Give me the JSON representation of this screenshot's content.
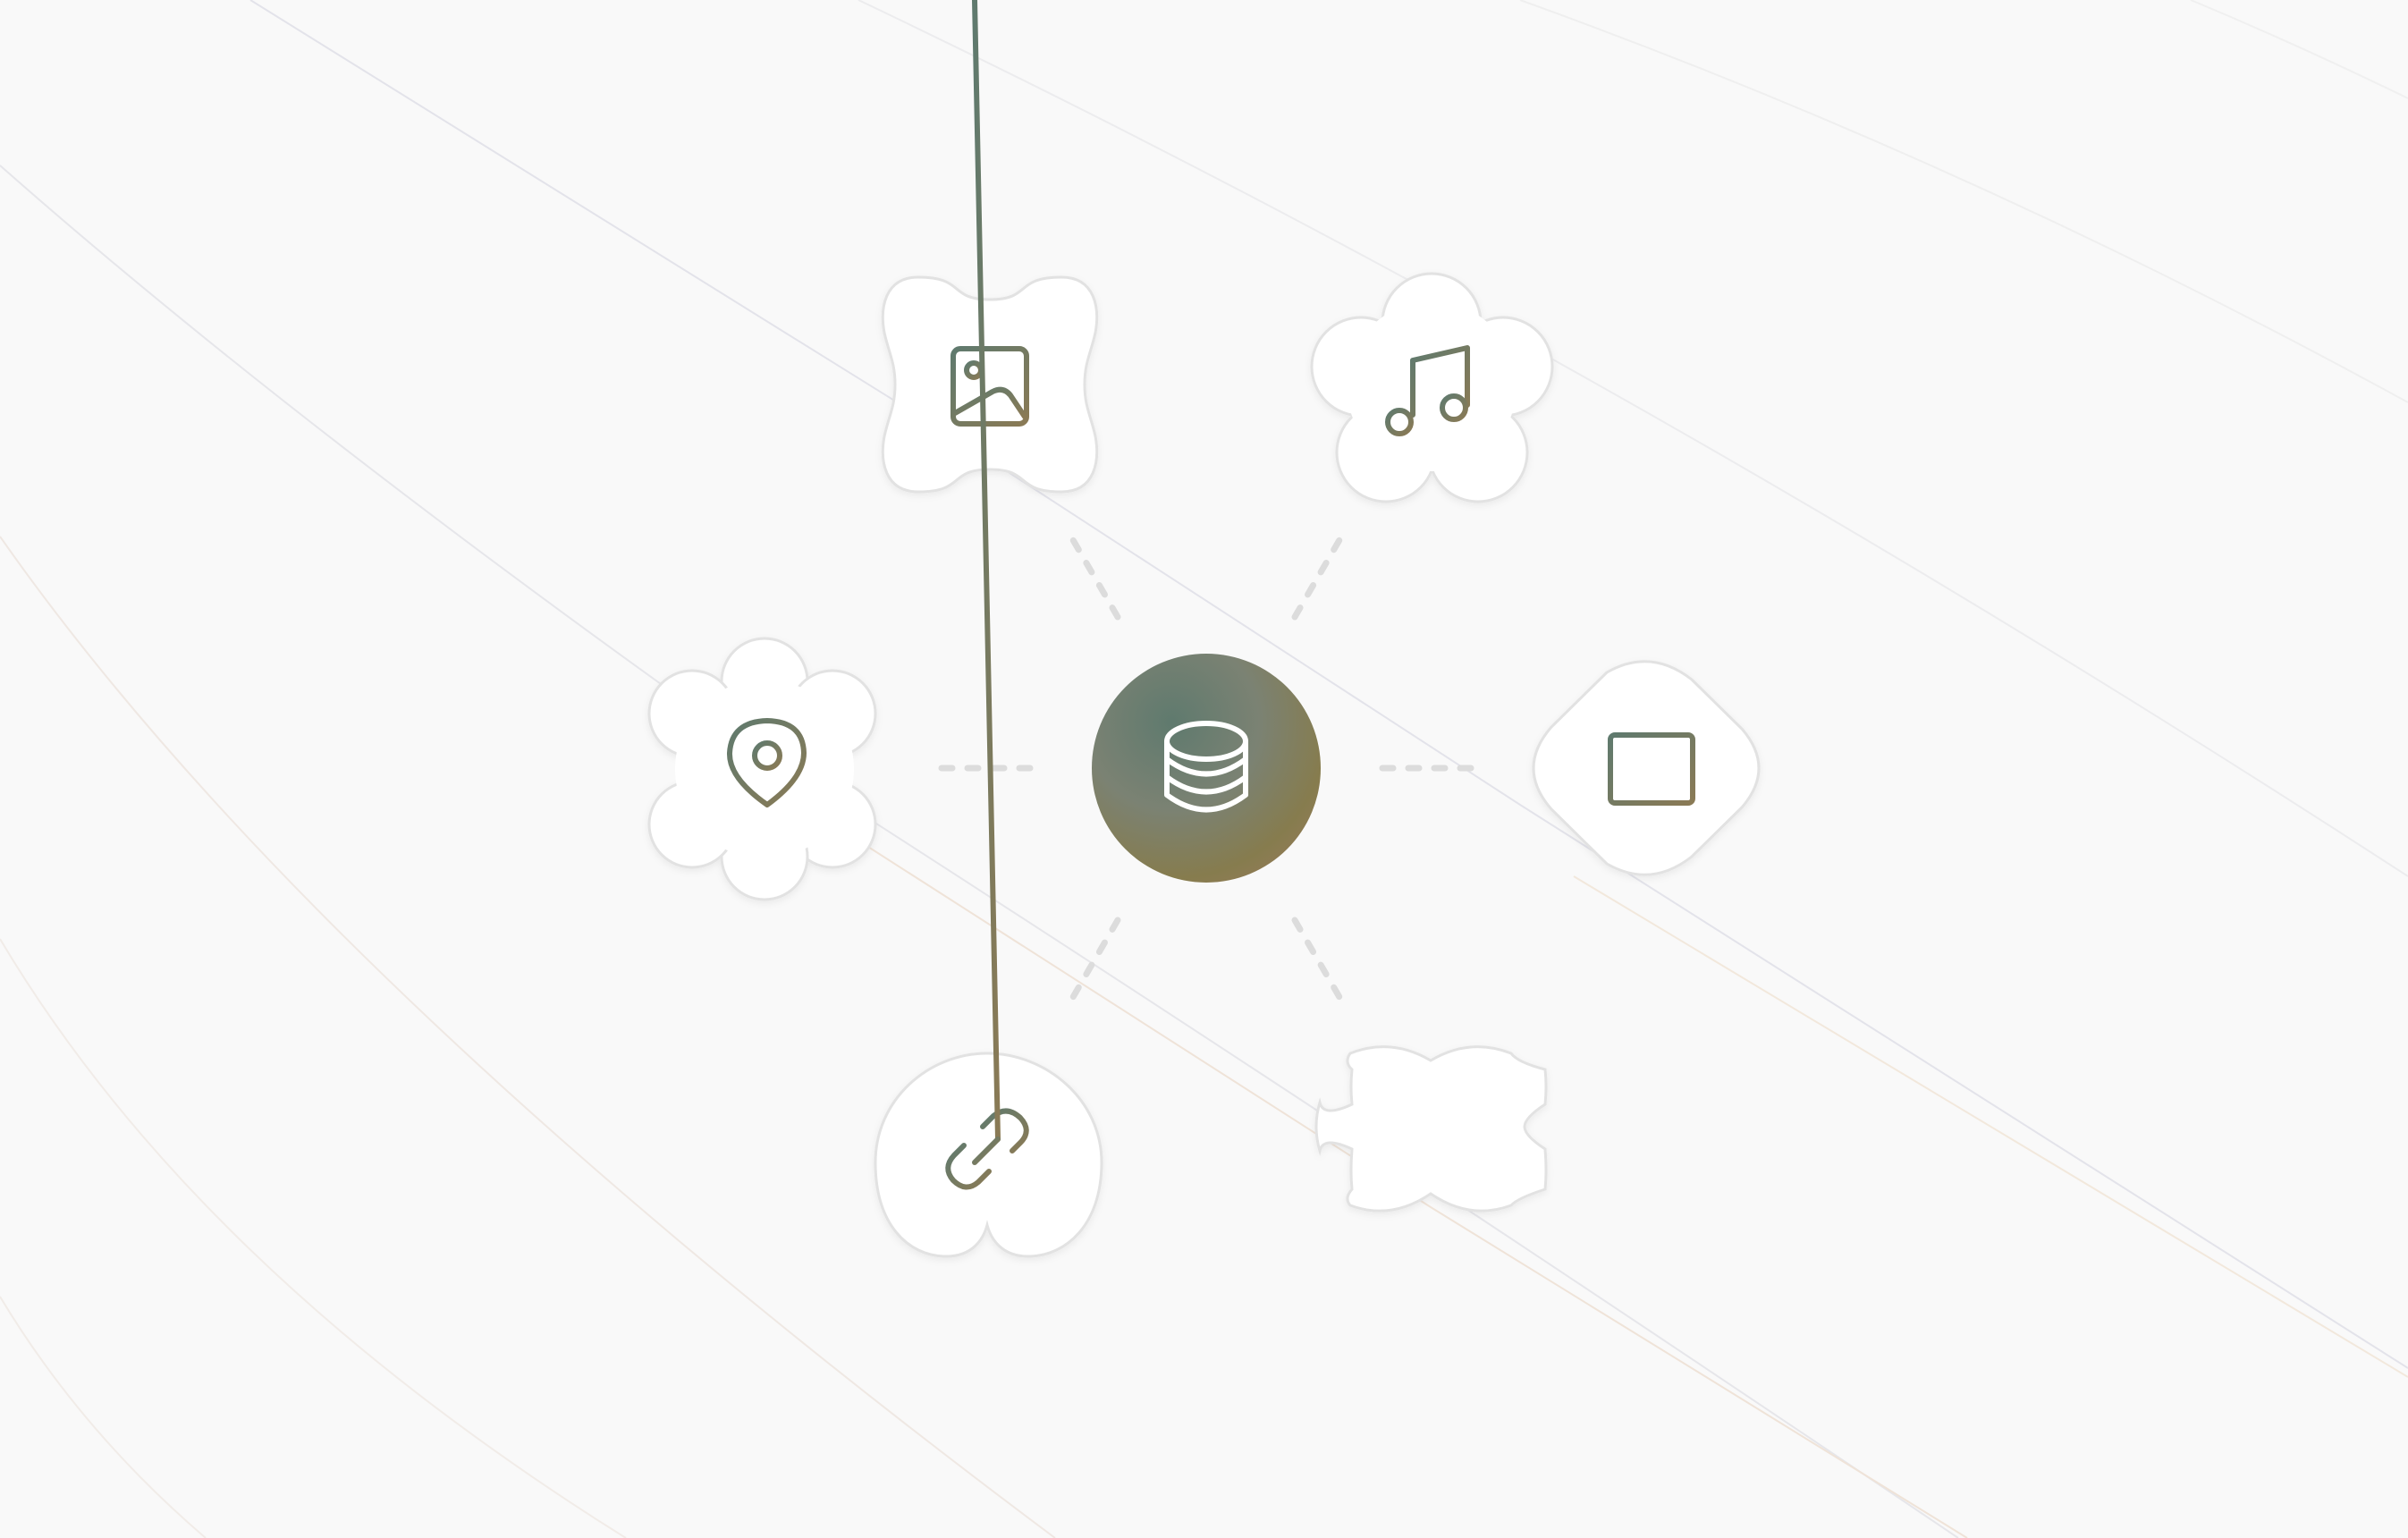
{
  "diagram": {
    "hub": {
      "name": "database-icon",
      "gradient": [
        "#5f7a6e",
        "#7d8a7c",
        "#8a7d4e",
        "#957a5a"
      ]
    },
    "nodes": [
      {
        "name": "image-icon",
        "shape": "wavy-square"
      },
      {
        "name": "music-note-icon",
        "shape": "scalloped-circle"
      },
      {
        "name": "map-pin-icon",
        "shape": "flower"
      },
      {
        "name": "film-icon",
        "shape": "rounded-diamond"
      },
      {
        "name": "link-icon",
        "shape": "heart-blob"
      },
      {
        "name": "text-lines-icon",
        "shape": "notched-cross"
      }
    ],
    "colors": {
      "background": "#f9f9f9",
      "node_fill": "#ffffff",
      "node_outline": "#e2e2e2",
      "connector": "#dcdcdc",
      "icon_stroke_start": "#5f7a6e",
      "icon_stroke_end": "#8a7a55"
    }
  }
}
